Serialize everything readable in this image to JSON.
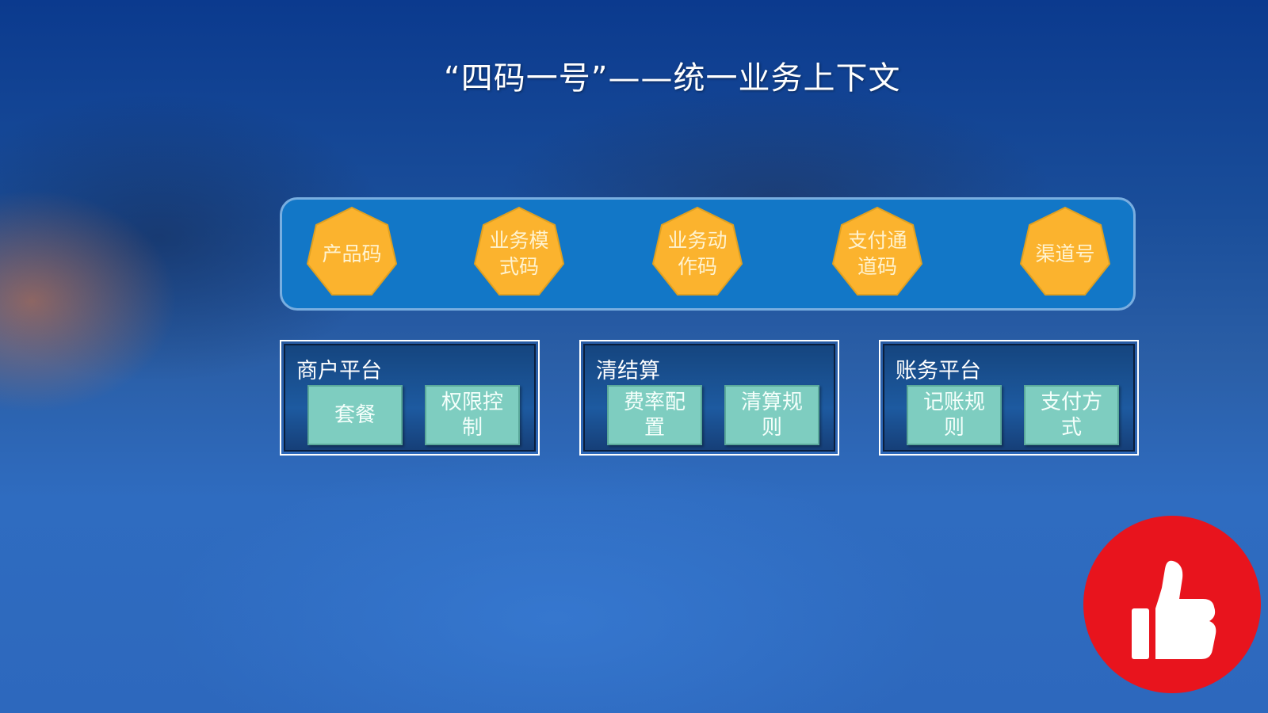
{
  "title": "“四码一号”——统一业务上下文",
  "codes": [
    {
      "label": "产品码"
    },
    {
      "label": "业务模式码"
    },
    {
      "label": "业务动作码"
    },
    {
      "label": "支付通道码"
    },
    {
      "label": "渠道号"
    }
  ],
  "platforms": [
    {
      "title": "商户平台",
      "items": [
        "套餐",
        "权限控制"
      ]
    },
    {
      "title": "清结算",
      "items": [
        "费率配置",
        "清算规则"
      ]
    },
    {
      "title": "账务平台",
      "items": [
        "记账规则",
        "支付方式"
      ]
    }
  ],
  "icons": {
    "like": "thumbs-up-icon"
  },
  "colors": {
    "band": "#1277c7",
    "code": "#fbb32e",
    "tile": "#7ecdc0",
    "like": "#e8141d"
  }
}
